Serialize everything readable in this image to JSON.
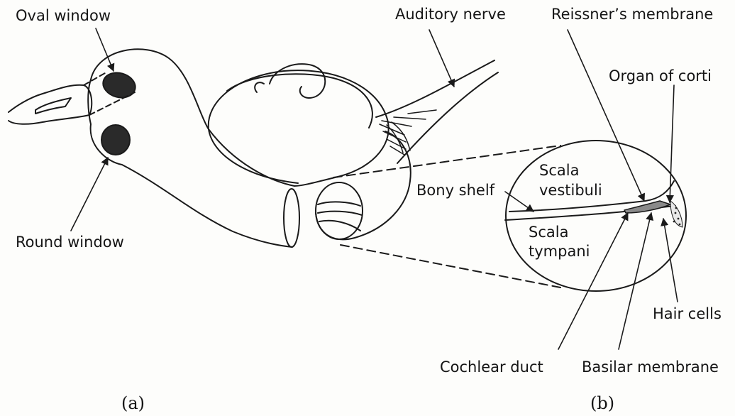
{
  "labels": {
    "oval_window": "Oval window",
    "round_window": "Round window",
    "auditory_nerve": "Auditory nerve",
    "reissners_membrane": "Reissner’s membrane",
    "organ_of_corti": "Organ of corti",
    "bony_shelf": "Bony shelf",
    "scala_vestibuli_1": "Scala",
    "scala_vestibuli_2": "vestibuli",
    "scala_tympani_1": "Scala",
    "scala_tympani_2": "tympani",
    "hair_cells": "Hair cells",
    "cochlear_duct": "Cochlear duct",
    "basilar_membrane": "Basilar membrane"
  },
  "captions": {
    "a": "(a)",
    "b": "(b)"
  }
}
